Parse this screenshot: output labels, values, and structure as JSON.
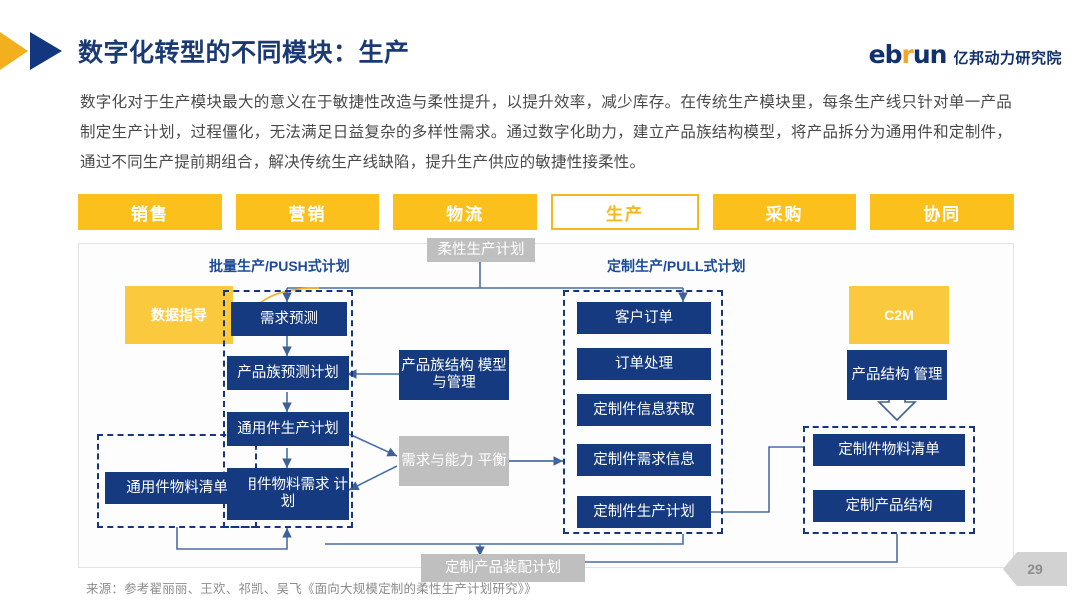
{
  "header": {
    "title": "数字化转型的不同模块：生产",
    "logo": {
      "part1": "eb",
      "part2": "r",
      "part3": "un",
      "cn": "亿邦动力研究院"
    },
    "chevron_left_color": "#f2b01e",
    "chevron_right_color": "#12377e"
  },
  "intro": "数字化对于生产模块最大的意义在于敏捷性改造与柔性提升，以提升效率，减少库存。在传统生产模块里，每条生产线只针对单一产品制定生产计划，过程僵化，无法满足日益复杂的多样性需求。通过数字化助力，建立产品族结构模型，将产品拆分为通用件和定制件，通过不同生产提前期组合，解决传统生产线缺陷，提升生产供应的敏捷性接柔性。",
  "tabs": [
    {
      "label": "销售",
      "active": false
    },
    {
      "label": "营销",
      "active": false
    },
    {
      "label": "物流",
      "active": false
    },
    {
      "label": "生产",
      "active": true
    },
    {
      "label": "采购",
      "active": false
    },
    {
      "label": "协同",
      "active": false
    }
  ],
  "diagram": {
    "top_gray": "柔性生产计划",
    "headers": {
      "left": "批量生产/PUSH式计划",
      "right": "定制生产/PULL式计划"
    },
    "side_left": "数据指导",
    "side_right": "C2M",
    "left_column": [
      "需求预测",
      "产品族预测计划",
      "通用件生产计划",
      "通用件物料需求\n计划"
    ],
    "left_column_labels": {
      "n0": "需求预测",
      "n1": "产品族预测计划",
      "n2": "通用件生产计划",
      "n3": "通用件物料需求 计划"
    },
    "center": {
      "model": "产品族结构 模型与管理",
      "balance": "需求与能力 平衡"
    },
    "right_column": {
      "r0": "客户订单",
      "r1": "订单处理",
      "r2": "定制件信息获取",
      "r3": "定制件需求信息",
      "r4": "定制件生产计划"
    },
    "far_right": {
      "struct_mgmt": "产品结构 管理",
      "bom": "定制件物料清单",
      "product_struct": "定制产品结构"
    },
    "bottom_left_bom": "通用件物料清单",
    "bottom_gray": "定制产品装配计划"
  },
  "source": "来源：参考翟丽丽、王欢、祁凯、吴飞《面向大规模定制的柔性生产计划研究》》",
  "page_number": "29",
  "colors": {
    "brand_blue": "#12377e",
    "node_blue": "#163a80",
    "brand_yellow": "#fbc01c",
    "node_yellow": "#fbc93d",
    "gray_node": "#bfbfbf",
    "line": "#4a6fa5"
  }
}
